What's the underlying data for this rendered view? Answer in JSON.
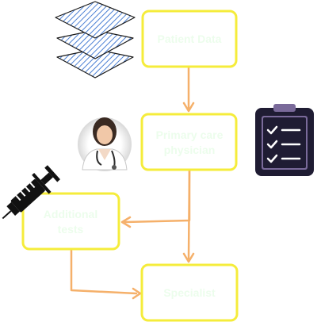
{
  "nodes": {
    "patient_data": {
      "label": "Patient Data"
    },
    "primary_care": {
      "line1": "Primary care",
      "line2": "physician"
    },
    "additional_tests": {
      "line1": "Additional",
      "line2": "tests"
    },
    "specialist": {
      "label": "Specialist"
    }
  },
  "icons": {
    "data_stack": "layers-icon",
    "physician": "doctor-avatar-icon",
    "clipboard": "clipboard-checklist-icon",
    "syringe": "syringe-icon"
  },
  "colors": {
    "node_border": "#f5ec3b",
    "node_text": "#ecfdec",
    "arrow": "#f5b06a",
    "stack_stripe": "#4a7fd4",
    "clipboard_body": "#1f1c33",
    "clipboard_accent": "#7a6a9a",
    "syringe": "#111111"
  }
}
